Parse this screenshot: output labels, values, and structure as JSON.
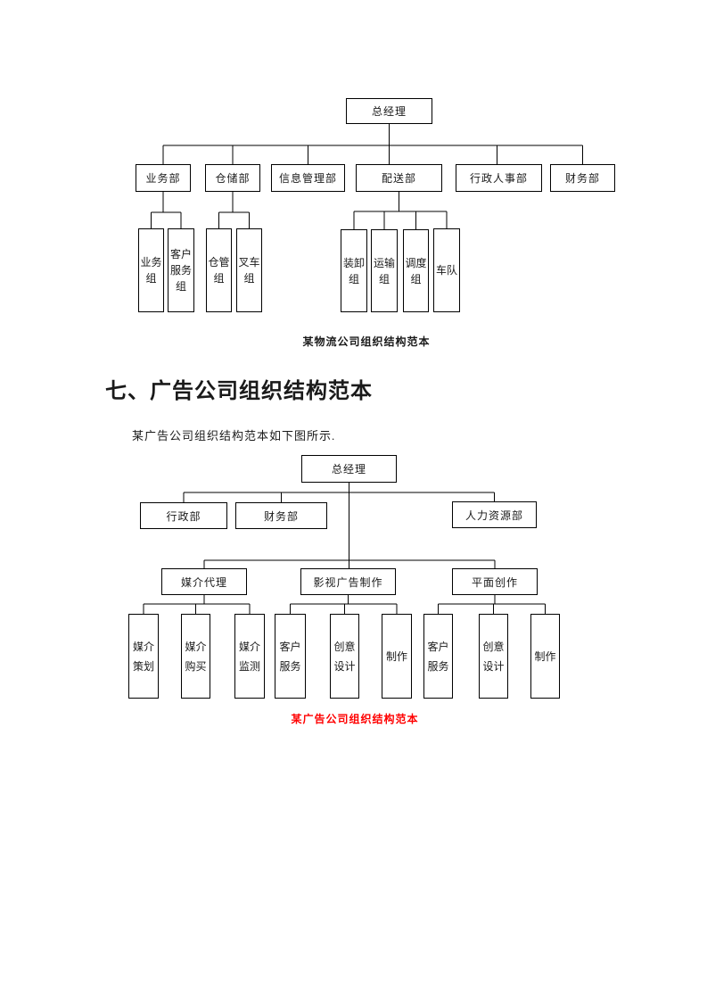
{
  "section": {
    "heading": "七、广告公司组织结构范本",
    "intro": "某广告公司组织结构范本如下图所示."
  },
  "colors": {
    "line": "#000000",
    "text": "#1a1a1a",
    "chart2_caption": "#ff0000",
    "background": "#ffffff"
  },
  "chart1": {
    "type": "org-chart",
    "caption": "某物流公司组织结构范本",
    "root": "总经理",
    "departments": [
      {
        "label": "业务部",
        "children": [
          "业务组",
          "客户服务组"
        ]
      },
      {
        "label": "仓储部",
        "children": [
          "仓管组",
          "叉车组"
        ]
      },
      {
        "label": "信息管理部",
        "children": []
      },
      {
        "label": "配送部",
        "children": [
          "装卸组",
          "运输组",
          "调度组",
          "车队"
        ]
      },
      {
        "label": "行政人事部",
        "children": []
      },
      {
        "label": "财务部",
        "children": []
      }
    ]
  },
  "chart2": {
    "type": "org-chart",
    "caption": "某广告公司组织结构范本",
    "root": "总经理",
    "departments": [
      {
        "label": "行政部"
      },
      {
        "label": "财务部"
      },
      {
        "label": "人力资源部"
      }
    ],
    "divisions": [
      {
        "label": "媒介代理",
        "children": [
          "媒介策划",
          "媒介购买",
          "媒介监测"
        ]
      },
      {
        "label": "影视广告制作",
        "children": [
          "客户服务",
          "创意设计",
          "制作"
        ]
      },
      {
        "label": "平面创作",
        "children": [
          "客户服务",
          "创意设计",
          "制作"
        ]
      }
    ]
  }
}
